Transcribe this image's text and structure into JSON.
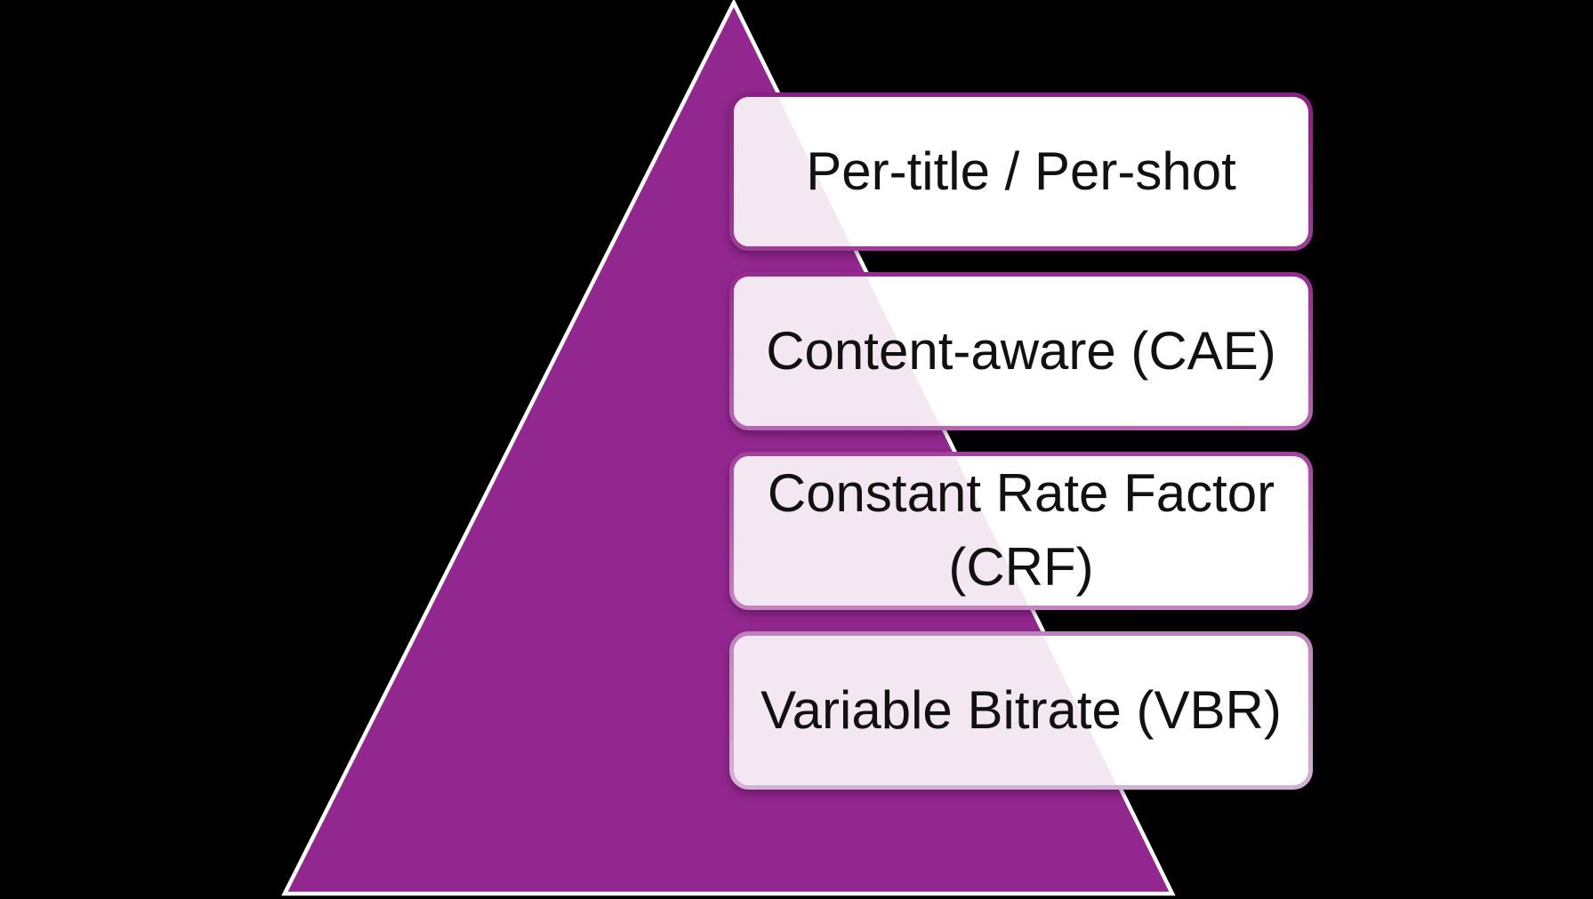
{
  "diagram": {
    "type": "pyramid-list",
    "levels": [
      {
        "label": "Per-title / Per-shot"
      },
      {
        "label": "Content-aware (CAE)"
      },
      {
        "label": "Constant Rate Factor (CRF)"
      },
      {
        "label": "Variable Bitrate (VBR)"
      }
    ],
    "colors": {
      "background": "#000000",
      "pyramid_fill": "#92278F",
      "pyramid_outline": "#FFFFFF",
      "box_fill": "#FFFFFF",
      "box_fill_over_pyramid": "#F3E7F1",
      "text": "#111111",
      "box_borders": [
        {
          "from": "#8A1F83",
          "to": "#A03C98"
        },
        {
          "from": "#952B8E",
          "to": "#B767B2"
        },
        {
          "from": "#A3419D",
          "to": "#C684C1"
        },
        {
          "from": "#BD82BC",
          "to": "#D5B3D6"
        }
      ]
    }
  }
}
